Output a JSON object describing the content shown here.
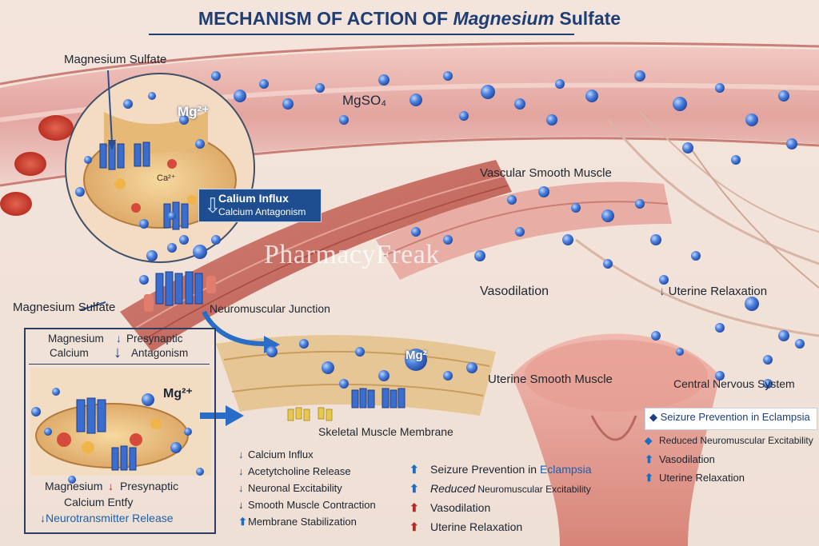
{
  "title_main": "MECHANISM OF ACTION OF ",
  "title_italic": "Magnesium",
  "title_end": " Sulfate",
  "watermark": "PharmacyFreak",
  "labels": {
    "mag_sulfate_top": "Magnesium Sulfate",
    "mg_ion_1": "Mg²⁺",
    "ca_ion": "Ca²⁺",
    "mgso4": "MgSO₄",
    "vascular": "Vascular Smooth Muscle",
    "vasodilation": "Vasodilation",
    "uterine_relax_arrow": "↓",
    "uterine_relax": "Uterine Relaxation",
    "mag_sulfate_mid": "Magnesium Sulfate",
    "nmj": "Neuromuscular Junction",
    "mg_ion_2": "Mg²",
    "mg_ion_3": "Mg²⁺",
    "uterine_smooth": "Uterine Smooth Muscle",
    "cns": "Central Nervous System",
    "skeletal": "Skeletal Muscle Membrane"
  },
  "callout": {
    "line1": "Calium Influx",
    "line2": "Calcium Antagonism"
  },
  "inset_box": {
    "top_left_1": "Magnesium",
    "top_arrow_1": "↓",
    "top_right_1": "Presynaptic",
    "top_left_2": "Calcium",
    "top_arrow_2": "↓",
    "top_right_2": "Antagonism",
    "bot_left_1": "Magnesium",
    "bot_arrow": "↓",
    "bot_right_1": "Presynaptic",
    "bot_line_2": "Calcium Entfy",
    "bot_line_3": "Neurotransmitter Release",
    "bot_arrow_3": "↓"
  },
  "effects_list": [
    {
      "arrow": "↓",
      "text": "Calcium Influx",
      "kind": "down-blue"
    },
    {
      "arrow": "↓",
      "text": "Acetytcholine Release",
      "kind": "down-blue"
    },
    {
      "arrow": "↓",
      "text": "Neuronal Excitability",
      "kind": "down-blue"
    },
    {
      "arrow": "↓",
      "text": "Smooth Muscle Contraction",
      "kind": "down-blk"
    },
    {
      "arrow": "⬆",
      "text": "Membrane Stabilization",
      "kind": "up-blue"
    }
  ],
  "outcomes_list": [
    {
      "arrow": "⬆",
      "pre": "Seizure Prevention in ",
      "post": "Eclampsia",
      "kind": "up-blue"
    },
    {
      "arrow": "⬆",
      "pre": "Reduced",
      "post": " Neuromuscular Excitability",
      "kind": "up-blue"
    },
    {
      "arrow": "⬆",
      "pre": "Vasodilation",
      "post": "",
      "kind": "up-red"
    },
    {
      "arrow": "⬆",
      "pre": "Uterine Relaxation",
      "post": "",
      "kind": "up-red"
    }
  ],
  "right_list": {
    "box_text": "Seizure Prevention in Eclampsia",
    "box_icon": "diamond-icon",
    "items": [
      {
        "arrow": "◆",
        "text": "Reduced Neuromuscular Excitability"
      },
      {
        "arrow": "⬆",
        "text": "Vasodilation"
      },
      {
        "arrow": "⬆",
        "text": "Uterine Relaxation"
      }
    ]
  },
  "colors": {
    "title": "#1f3e73",
    "vessel": "#e3a49e",
    "ion_blue": "#3b6fd0",
    "callout_bg": "#1e4e8f",
    "muscle": "#c96b5f"
  }
}
